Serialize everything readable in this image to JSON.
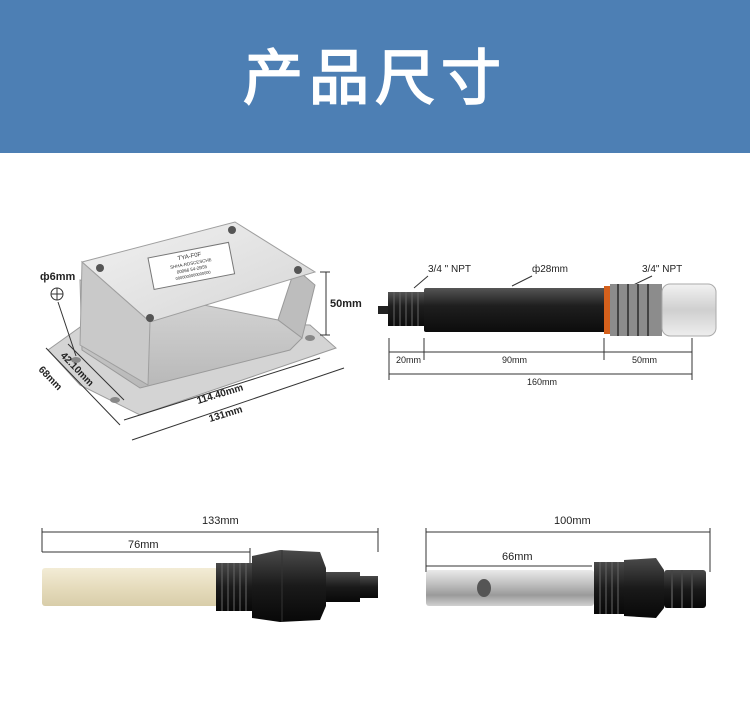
{
  "header": {
    "title": "产品尺寸",
    "background_color": "#4d7fb4"
  },
  "enclosure": {
    "label_lines": [
      "TYA-F0F",
      "SHHA-RDSCESCHE",
      "00066 54-2B55",
      "0000000000000000"
    ],
    "hole_diameter": "ф6mm",
    "height": "50mm",
    "inner_depth": "42.10mm",
    "depth": "68mm",
    "inner_length": "114.40mm",
    "length": "131mm"
  },
  "probe_black": {
    "thread_left": "3/4 \" NPT",
    "diameter": "ф28mm",
    "thread_right": "3/4\" NPT",
    "seg_1": "20mm",
    "seg_2": "90mm",
    "seg_3": "50mm",
    "total": "160mm"
  },
  "probe_white": {
    "total": "133mm",
    "partial": "76mm"
  },
  "probe_steel": {
    "total": "100mm",
    "partial": "66mm"
  }
}
